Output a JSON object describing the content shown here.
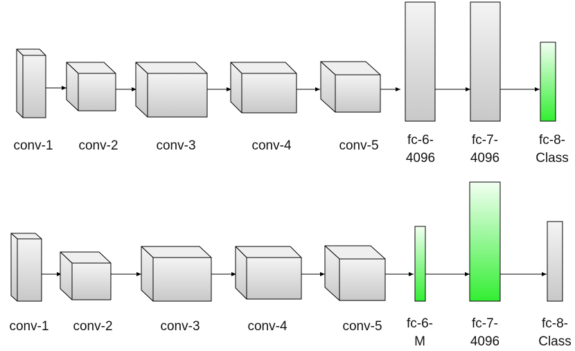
{
  "rows": [
    {
      "layers": [
        {
          "label": "conv-1",
          "highlight": false
        },
        {
          "label": "conv-2",
          "highlight": false
        },
        {
          "label": "conv-3",
          "highlight": false
        },
        {
          "label": "conv-4",
          "highlight": false
        },
        {
          "label": "conv-5",
          "highlight": false
        },
        {
          "label_line1": "fc-6-",
          "label_line2": "4096",
          "highlight": false
        },
        {
          "label_line1": "fc-7-",
          "label_line2": "4096",
          "highlight": false
        },
        {
          "label_line1": "fc-8-",
          "label_line2": "Class",
          "highlight": true
        }
      ]
    },
    {
      "layers": [
        {
          "label": "conv-1",
          "highlight": false
        },
        {
          "label": "conv-2",
          "highlight": false
        },
        {
          "label": "conv-3",
          "highlight": false
        },
        {
          "label": "conv-4",
          "highlight": false
        },
        {
          "label": "conv-5",
          "highlight": false
        },
        {
          "label_line1": "fc-6-",
          "label_line2": "M",
          "highlight": true
        },
        {
          "label_line1": "fc-7-",
          "label_line2": "4096",
          "highlight": true
        },
        {
          "label_line1": "fc-8-",
          "label_line2": "Class",
          "highlight": false
        }
      ]
    }
  ],
  "colors": {
    "gray_light": "#f4f4f4",
    "gray_dark": "#c8c8c8",
    "green_light": "#f2fff2",
    "green_dark": "#33ee33",
    "stroke": "#000000"
  }
}
